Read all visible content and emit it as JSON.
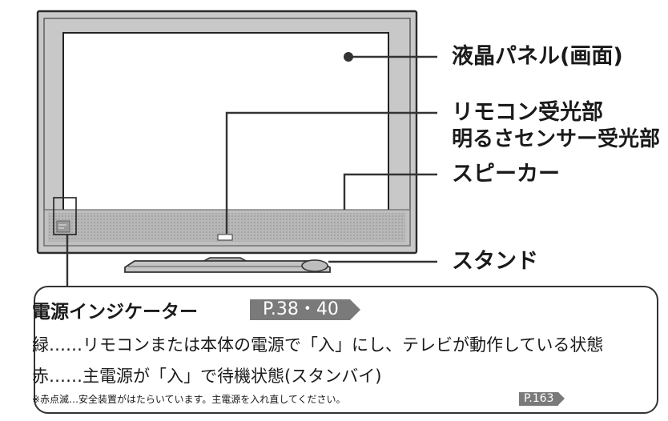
{
  "callouts": {
    "panel": "液晶パネル(画面)",
    "remote_sensor": "リモコン受光部",
    "light_sensor": "明るさセンサー受光部",
    "speaker": "スピーカー",
    "stand": "スタンド"
  },
  "indicator_box": {
    "title": "電源インジケーター",
    "page_ref": "P.38・40",
    "green_line": "緑……リモコンまたは本体の電源で「入」にし、テレビが動作している状態",
    "red_line": "赤……主電源が「入」で待機状態(スタンバイ)",
    "note": "※赤点滅…安全装置がはたらいています。主電源を入れ直してください。",
    "note_ref": "P.163"
  },
  "colors": {
    "bezel": "#c8c8c8",
    "speaker_bar": "#b4b4b4",
    "reference_tag": "#7a7a7a",
    "line": "#333333"
  }
}
